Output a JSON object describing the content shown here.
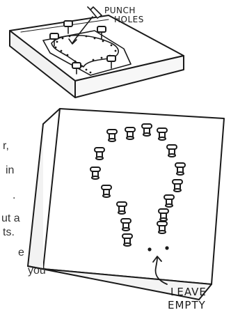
{
  "labels": {
    "punch_line1": "PUNCH",
    "punch_line2": "HOLES",
    "leave_line1": "LEAVE",
    "leave_line2": "EMPTY"
  },
  "body_text_fragments": [
    "r,",
    "in",
    ".",
    "ut a",
    "ts.",
    "e",
    "you"
  ],
  "colors": {
    "ink": "#1a1a1a",
    "board_top": "#ffffff",
    "board_side": "#f0f0f0",
    "shadow": "#d9d9d9"
  }
}
